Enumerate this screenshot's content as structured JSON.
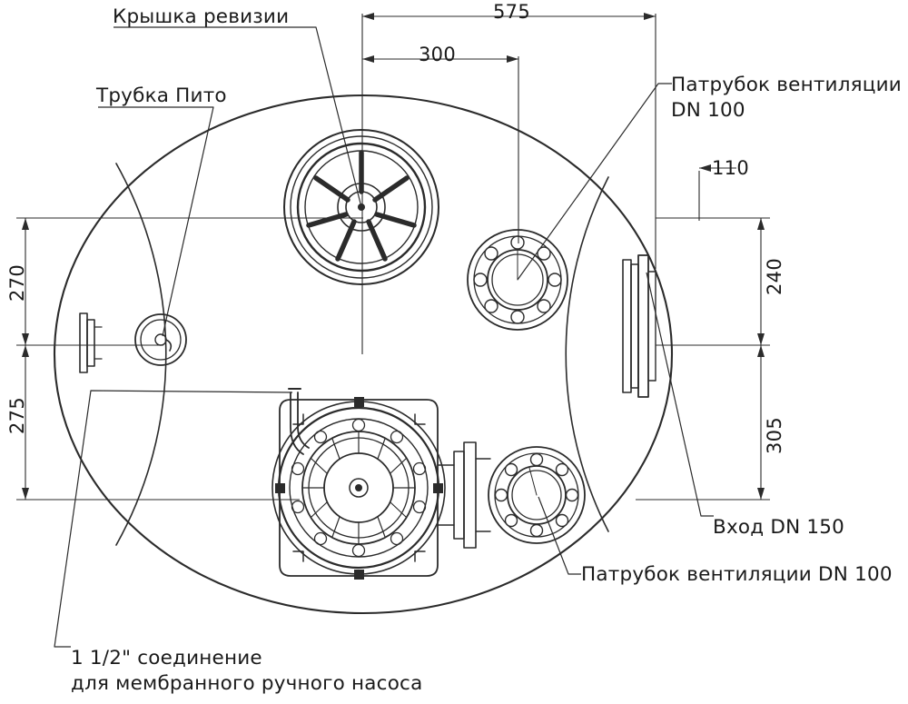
{
  "drawing": {
    "title": "Технический чертёж ёмкости (вид сверху)",
    "line_color": "#2b2b2b",
    "text_color": "#1a1a1a",
    "background": "#ffffff"
  },
  "dimensions": {
    "top_575": "575",
    "top_300": "300",
    "right_110": "110",
    "right_240": "240",
    "right_305": "305",
    "left_270": "270",
    "left_275": "275"
  },
  "callouts": {
    "hatch_cover": "Крышка ревизии",
    "pitot_tube": "Трубка Пито",
    "vent_nozzle_top": "Патрубок вентиляции\nDN 100",
    "inlet": "Вход DN 150",
    "vent_nozzle_bottom": "Патрубок вентиляции DN 100",
    "hand_pump_connection": "1 1/2\" соединение\nдля мембранного ручного насоса"
  }
}
